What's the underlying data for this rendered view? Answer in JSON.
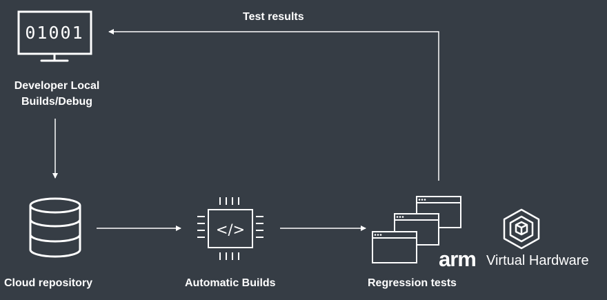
{
  "diagram": {
    "nodes": {
      "developer": {
        "line1": "Developer Local",
        "line2": "Builds/Debug",
        "screen_text": "01001"
      },
      "cloud": {
        "label": "Cloud repository"
      },
      "builds": {
        "label": "Automatic Builds",
        "chip_text": "</>"
      },
      "regression": {
        "label": "Regression tests"
      }
    },
    "edges": {
      "feedback": {
        "label": "Test results"
      }
    },
    "brand": {
      "word": "arm",
      "product": "Virtual Hardware"
    }
  },
  "colors": {
    "background": "#363d45",
    "foreground": "#ffffff"
  }
}
